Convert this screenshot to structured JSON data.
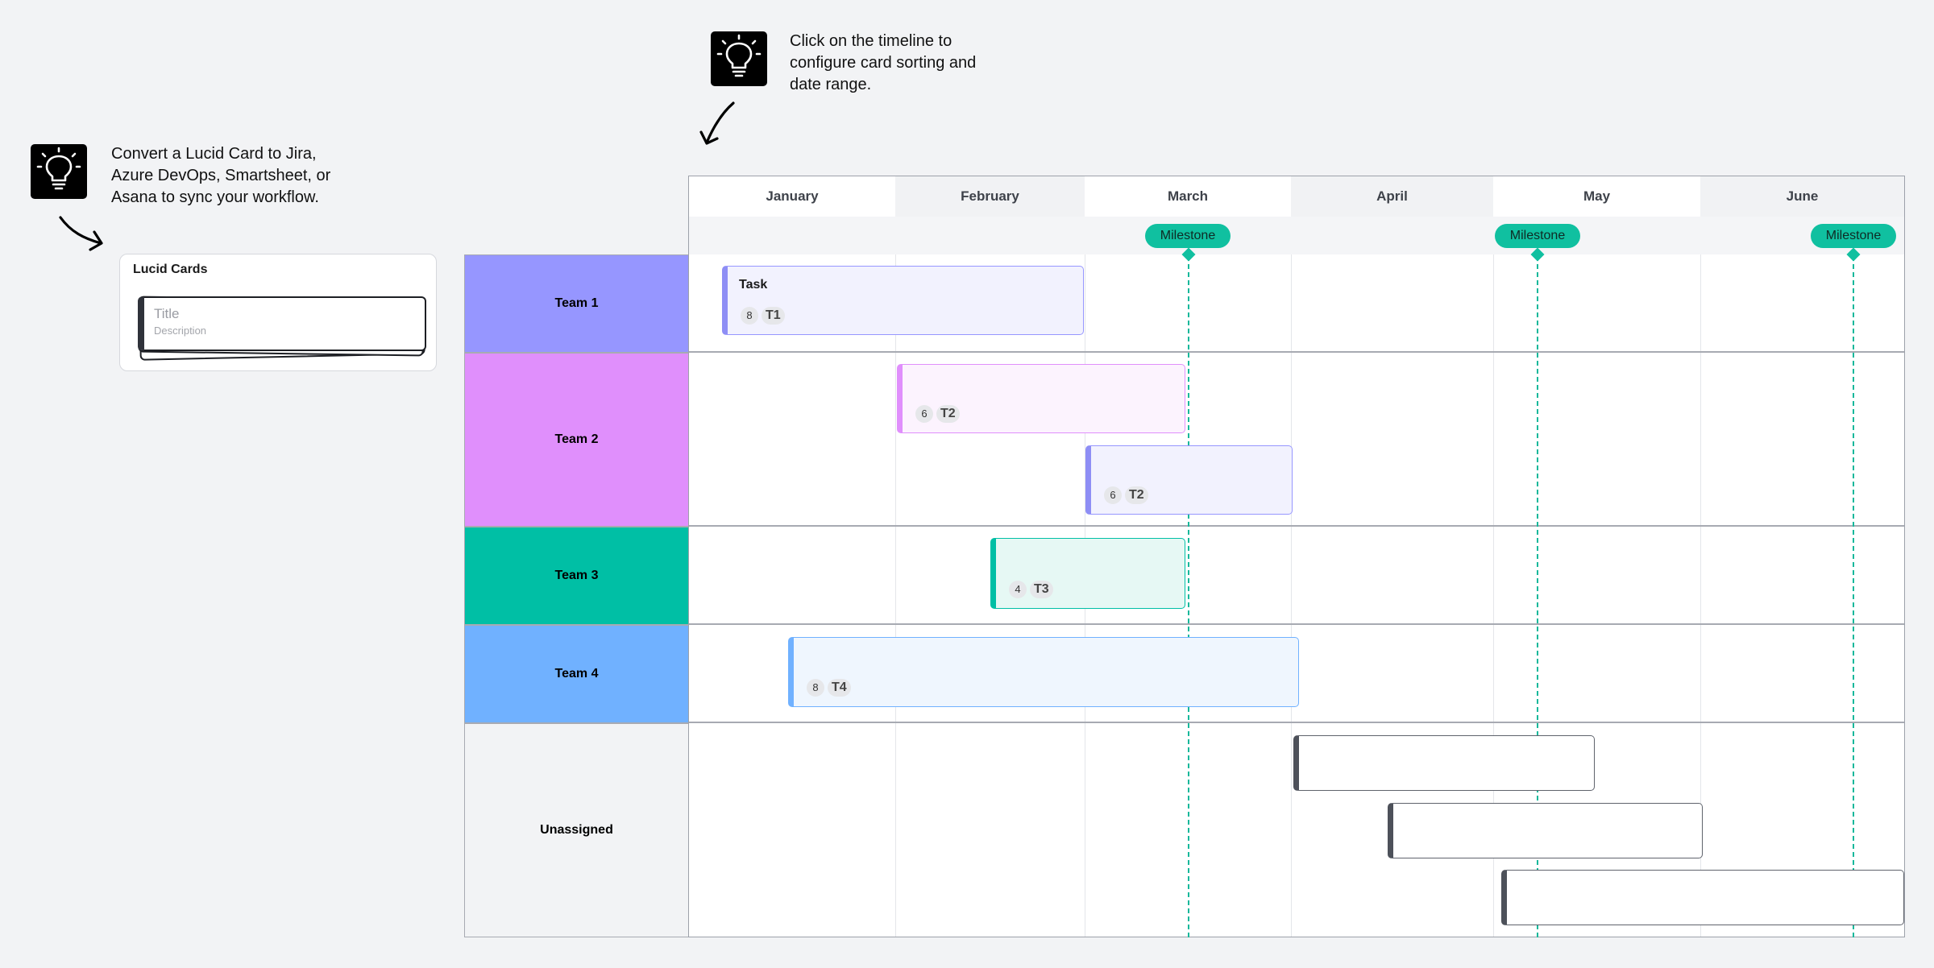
{
  "tips": {
    "timeline_text": "Click on the timeline to\nconfigure card sorting and\ndate range.",
    "convert_text": "Convert a Lucid Card to Jira,\nAzure DevOps, Smartsheet, or\nAsana to sync your workflow."
  },
  "cards_panel": {
    "title": "Lucid Cards",
    "card_title": "Title",
    "card_description": "Description"
  },
  "months": [
    "January",
    "February",
    "March",
    "April",
    "May",
    "June"
  ],
  "milestone_label": "Milestone",
  "lanes": {
    "team1": "Team 1",
    "team2": "Team 2",
    "team3": "Team 3",
    "team4": "Team 4",
    "unassigned": "Unassigned"
  },
  "tasks": {
    "t1": {
      "name": "Task",
      "points": "8",
      "tag": "T1"
    },
    "t2a": {
      "points": "6",
      "tag": "T2"
    },
    "t2b": {
      "points": "6",
      "tag": "T2"
    },
    "t3": {
      "points": "4",
      "tag": "T3"
    },
    "t4": {
      "points": "8",
      "tag": "T4"
    }
  },
  "colors": {
    "team1": "#9696ff",
    "team2": "#e08ffc",
    "team3": "#00bfa5",
    "team4": "#70b1ff",
    "unassigned": "#f2f3f5",
    "milestone": "#10c0a0"
  }
}
